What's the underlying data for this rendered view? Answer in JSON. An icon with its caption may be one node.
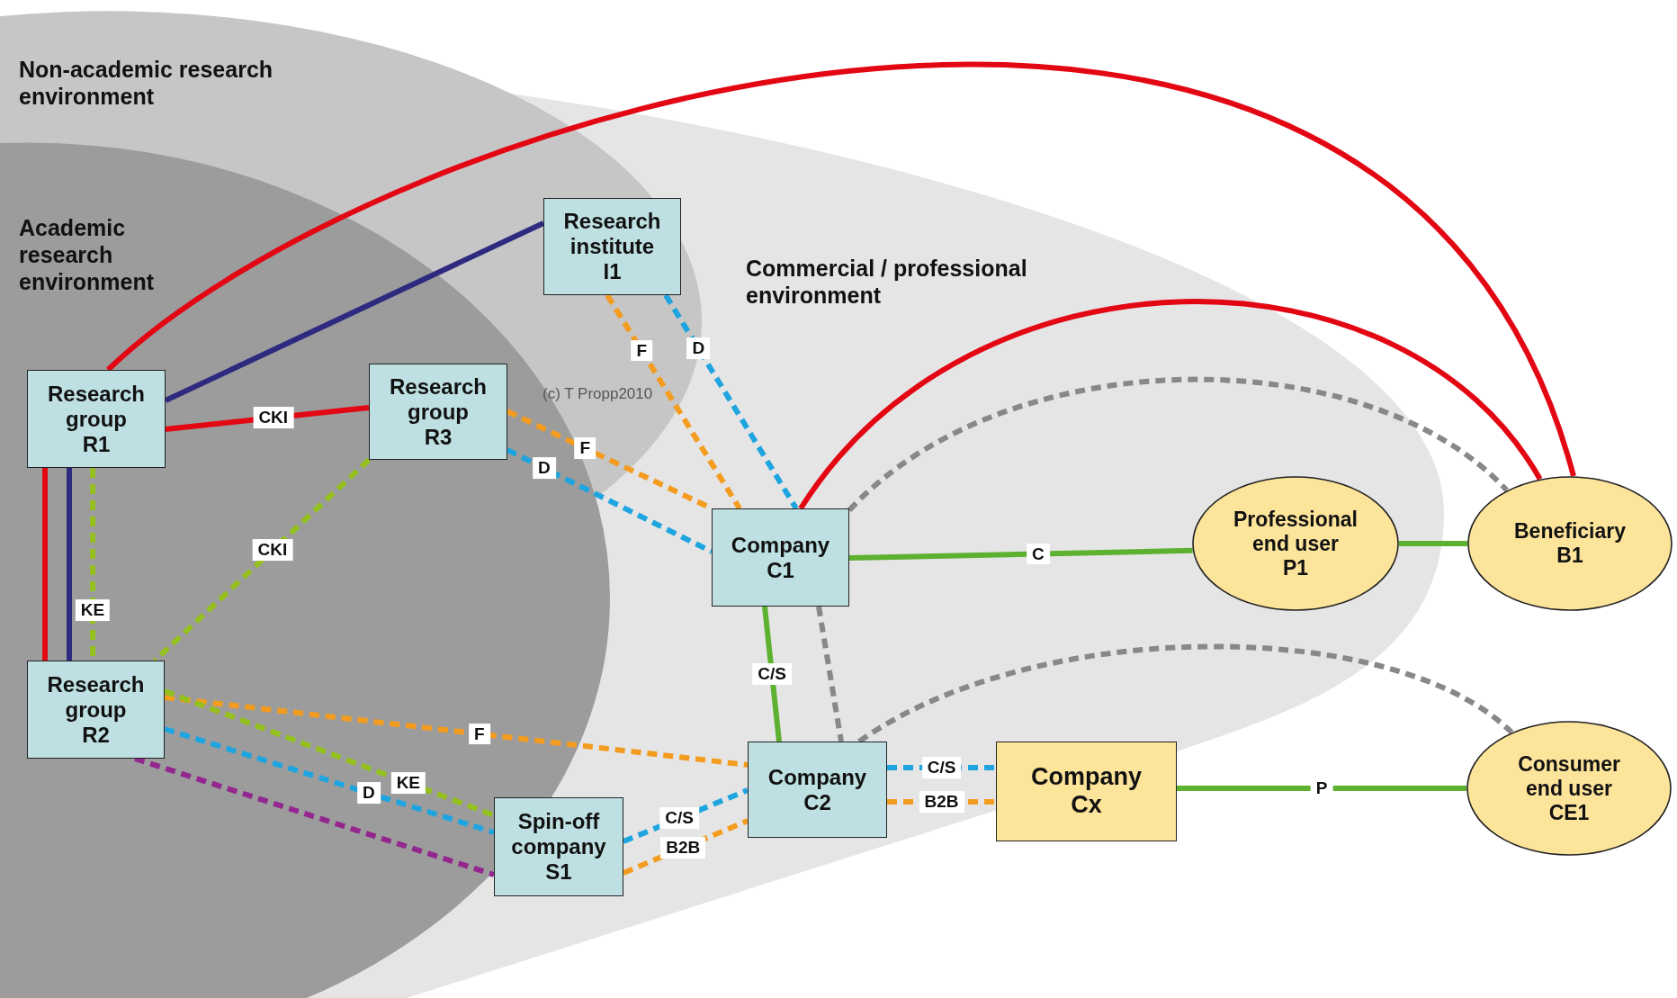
{
  "diagram": {
    "nodes": [
      {
        "text": [
          "Research group R1"
        ]
      },
      {
        "text": [
          "Research institute I1"
        ]
      },
      {
        "text": [
          "Research group R3"
        ]
      },
      {
        "text": [
          "Company C1"
        ]
      },
      {
        "text": [
          "Professional end user P1"
        ]
      },
      {
        "text": [
          "Beneficiary B1"
        ]
      },
      {
        "text": [
          "Research group R2"
        ]
      },
      {
        "text": [
          "Company C2"
        ]
      },
      {
        "text": [
          "Company Cx"
        ]
      },
      {
        "text": [
          "Consumer end user CE1"
        ]
      },
      {
        "text": [
          "Spin-off company S1"
        ]
      }
    ],
    "edges": [
      {
        "from": 0,
        "to": 5,
        "arrow": "none",
        "color": "#e30613"
      },
      {
        "from": 0,
        "to": 1,
        "arrow": "none",
        "color": "#2e2a80"
      },
      {
        "from": 0,
        "to": 2,
        "arrow": "none",
        "label": "CKI",
        "color": "#e30613"
      },
      {
        "from": 0,
        "to": 6,
        "arrow": "none",
        "color": "#e30613"
      },
      {
        "from": 0,
        "to": 6,
        "arrow": "none",
        "color": "#2e2a80"
      },
      {
        "from": 0,
        "to": 6,
        "arrow": "none",
        "label": "KE",
        "style": "dashed",
        "color": "#95c11f"
      },
      {
        "from": 2,
        "to": 6,
        "arrow": "none",
        "label": "CKI",
        "style": "dashed",
        "color": "#95c11f"
      },
      {
        "from": 2,
        "to": 3,
        "arrow": "none",
        "label": "F",
        "style": "dashed",
        "color": "#f39c1f"
      },
      {
        "from": 2,
        "to": 3,
        "arrow": "none",
        "label": "D",
        "style": "dashed",
        "color": "#1ea5e0"
      },
      {
        "from": 1,
        "to": 3,
        "arrow": "none",
        "label": "F",
        "style": "dashed",
        "color": "#f39c1f"
      },
      {
        "from": 1,
        "to": 3,
        "arrow": "none",
        "label": "D",
        "style": "dashed",
        "color": "#1ea5e0"
      },
      {
        "from": 3,
        "to": 5,
        "arrow": "none",
        "color": "#e30613"
      },
      {
        "from": 3,
        "to": 5,
        "arrow": "none",
        "style": "dashed",
        "color": "#888888"
      },
      {
        "from": 3,
        "to": 4,
        "arrow": "none",
        "label": "C",
        "color": "#5db130"
      },
      {
        "from": 4,
        "to": 5,
        "arrow": "none",
        "color": "#5db130"
      },
      {
        "from": 3,
        "to": 7,
        "arrow": "none",
        "label": "C/S",
        "color": "#5db130"
      },
      {
        "from": 3,
        "to": 7,
        "arrow": "none",
        "style": "dashed",
        "color": "#888888"
      },
      {
        "from": 7,
        "to": 9,
        "arrow": "none",
        "style": "dashed",
        "color": "#888888"
      },
      {
        "from": 6,
        "to": 7,
        "arrow": "none",
        "label": "F",
        "style": "dashed",
        "color": "#f39c1f"
      },
      {
        "from": 6,
        "to": 10,
        "arrow": "none",
        "label": "KE",
        "style": "dashed",
        "color": "#95c11f"
      },
      {
        "from": 6,
        "to": 10,
        "arrow": "none",
        "label": "D",
        "style": "dashed",
        "color": "#1ea5e0"
      },
      {
        "from": 6,
        "to": 10,
        "arrow": "none",
        "style": "dashed",
        "color": "#93278f"
      },
      {
        "from": 10,
        "to": 7,
        "arrow": "none",
        "label": "C/S",
        "style": "dashed",
        "color": "#1ea5e0"
      },
      {
        "from": 10,
        "to": 7,
        "arrow": "none",
        "label": "B2B",
        "style": "dashed",
        "color": "#f39c1f"
      },
      {
        "from": 7,
        "to": 8,
        "arrow": "none",
        "label": "C/S",
        "style": "dashed",
        "color": "#1ea5e0"
      },
      {
        "from": 7,
        "to": 8,
        "arrow": "none",
        "label": "B2B",
        "style": "dashed",
        "color": "#f39c1f"
      },
      {
        "from": 8,
        "to": 9,
        "arrow": "none",
        "label": "P",
        "color": "#5db130"
      }
    ],
    "labels": [
      "Non-academic research environment",
      "Academic research environment",
      "Commercial / professional environment",
      "(c) T Propp2010"
    ]
  }
}
